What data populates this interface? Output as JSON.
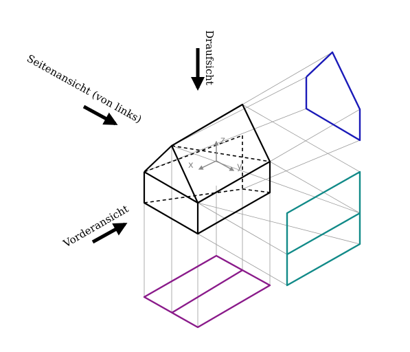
{
  "labels": {
    "top_view": "Draufsicht",
    "side_view": "Seitenansicht (von links)",
    "front_view": "Vorderansicht"
  },
  "axes": {
    "x": "x",
    "y": "y",
    "z": "z"
  },
  "colors": {
    "house": "#000000",
    "projection": "#999999",
    "side_view": "#1a1ab8",
    "front_view": "#118a88",
    "top_view": "#8a1a8a",
    "axis": "#888888"
  }
}
